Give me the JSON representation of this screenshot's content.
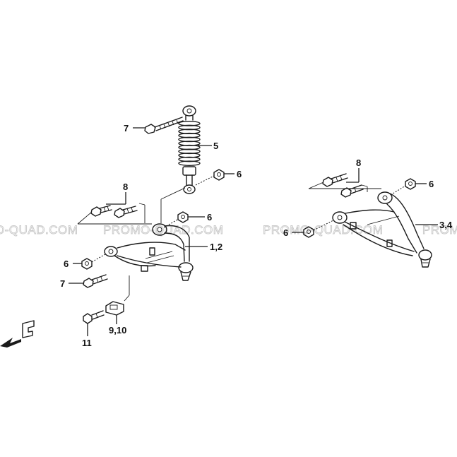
{
  "watermark": "PROMO-QUAD.COM",
  "callouts": {
    "bolt_upper_shock": "7",
    "shock_absorber": "5",
    "nut_shock_lower": "6",
    "bolts_left_arm": "8",
    "nut_left_arm_upper": "6",
    "left_arm": "1,2",
    "nut_left_arm_front": "6",
    "bolt_left_arm_front": "7",
    "bracket": "9,10",
    "screw": "11",
    "bolts_right_arm": "8",
    "nut_right_arm_upper": "6",
    "right_arm": "3,4",
    "nut_right_arm_front": "6",
    "direction_marker": "F"
  }
}
